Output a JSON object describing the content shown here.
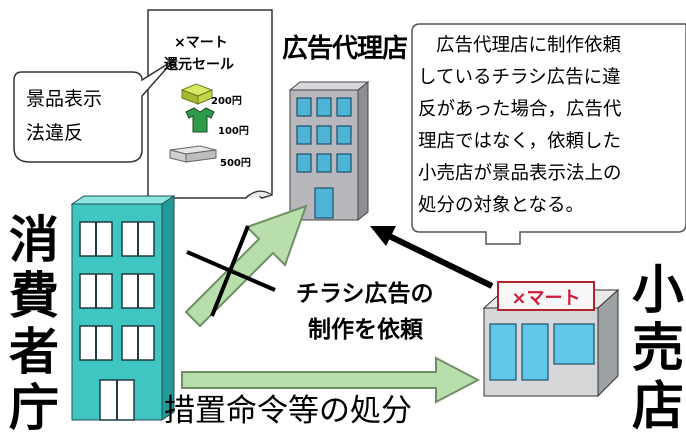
{
  "flyer": {
    "store_title": "×マート",
    "sale_title": "還元セール",
    "prices": [
      "200円",
      "100円",
      "500円"
    ],
    "callout": [
      "景品表示",
      "法違反"
    ]
  },
  "agency": {
    "label": "広告代理店"
  },
  "note": {
    "lines": [
      "広告代理店に制作依頼",
      "しているチラシ広告に違",
      "反があった場合，広告代",
      "理店ではなく，依頼した",
      "小売店が景品表示法上の",
      "処分の対象となる。"
    ]
  },
  "consumer_agency": {
    "chars": [
      "消",
      "費",
      "者",
      "庁"
    ]
  },
  "retail_store": {
    "chars": [
      "小",
      "売",
      "店"
    ],
    "sign": "×マート"
  },
  "request_label": [
    "チラシ広告の",
    "制作を依頼"
  ],
  "action_label": "措置命令等の処分",
  "colors": {
    "consumer_building": "#3fc6c3",
    "agency_building": "#b8b8bc",
    "store_building": "#d5d7d8",
    "arrow_green": "#b8dfab",
    "arrow_outline": "#6f8f66",
    "store_sign_text": "#d11a3a",
    "window_blue": "#5fc8e8"
  }
}
